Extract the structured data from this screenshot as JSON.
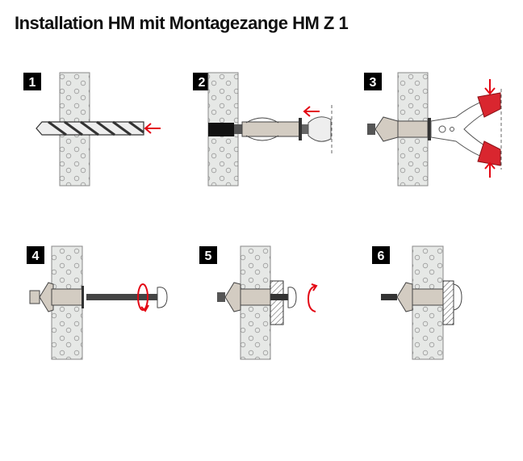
{
  "title": "Installation HM mit Montagezange HM Z 1",
  "steps": [
    {
      "number": "1"
    },
    {
      "number": "2"
    },
    {
      "number": "3"
    },
    {
      "number": "4"
    },
    {
      "number": "5"
    },
    {
      "number": "6"
    }
  ],
  "colors": {
    "accent": "#e30613",
    "wall": "#e6e8e6",
    "sleeve": "#d3ccc2",
    "badge": "#000000"
  }
}
